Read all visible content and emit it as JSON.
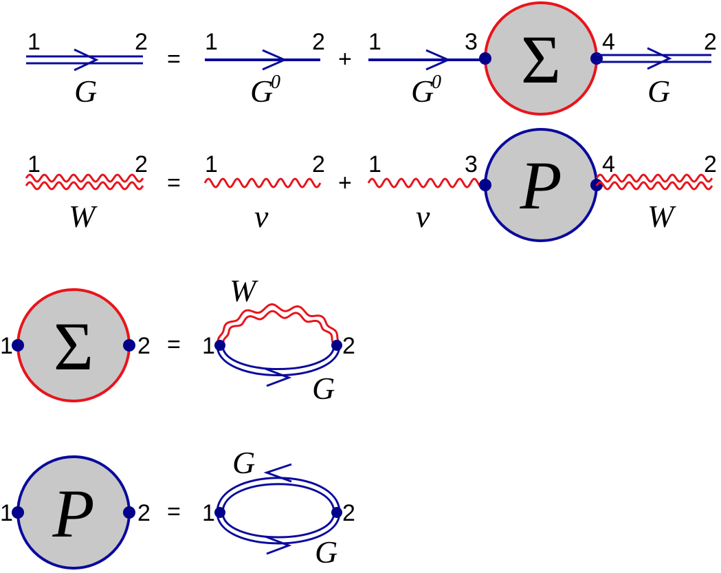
{
  "colors": {
    "propagator": "#0a0a9c",
    "interaction": "#e8141c",
    "vertex": "#00008b",
    "blob_fill": "#c8c8c8"
  },
  "vertices": {
    "v1": "1",
    "v2": "2",
    "v3": "3",
    "v4": "4"
  },
  "operators": {
    "equals": "=",
    "plus": "+"
  },
  "symbols": {
    "G": "G",
    "G0_base": "G",
    "G0_sup": "0",
    "W": "W",
    "v": "v",
    "Sigma": "Σ",
    "P": "P"
  }
}
